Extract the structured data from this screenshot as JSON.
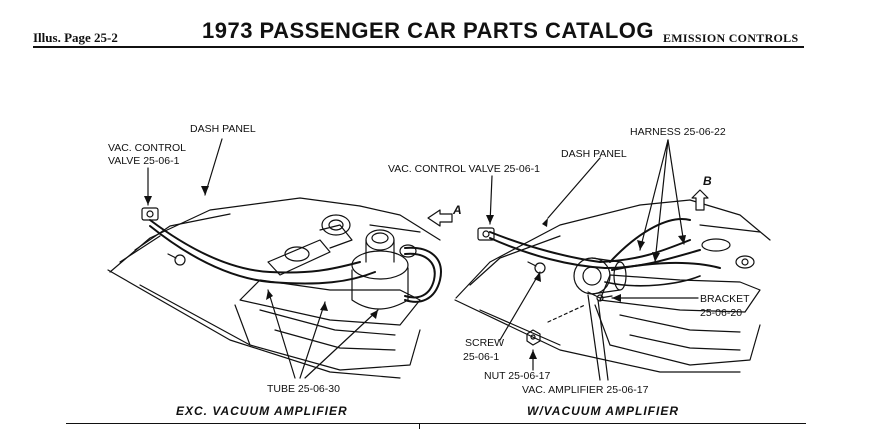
{
  "header": {
    "illus_page": "Illus. Page 25-2",
    "title": "1973 PASSENGER CAR PARTS CATALOG",
    "section": "EMISSION CONTROLS"
  },
  "left_diagram": {
    "dash_panel": "DASH PANEL",
    "vac_control_line1": "VAC. CONTROL",
    "vac_control_line2": "VALVE 25-06-1",
    "view_a": "A",
    "tube": "TUBE 25-06-30",
    "caption": "EXC. VACUUM AMPLIFIER"
  },
  "right_diagram": {
    "harness": "HARNESS 25-06-22",
    "dash_panel": "DASH PANEL",
    "vac_control": "VAC. CONTROL VALVE 25-06-1",
    "view_b": "B",
    "bracket_line1": "BRACKET",
    "bracket_line2": "25-06-20",
    "screw_line1": "SCREW",
    "screw_line2": "25-06-1",
    "nut": "NUT 25-06-17",
    "vac_amplifier": "VAC. AMPLIFIER 25-06-17",
    "caption": "W/VACUUM AMPLIFIER"
  }
}
